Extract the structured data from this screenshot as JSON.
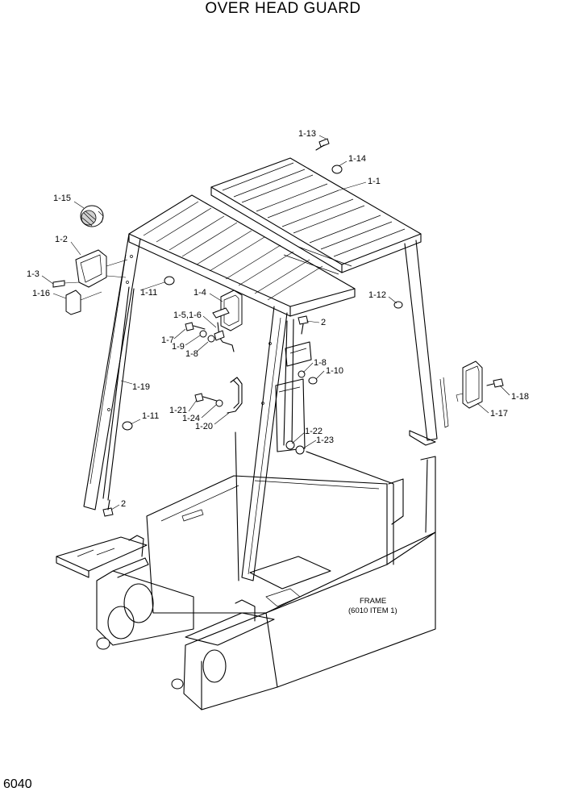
{
  "title": "OVER HEAD GUARD",
  "page_number": "6040",
  "frame_note": {
    "line1": "FRAME",
    "line2": "(6010 ITEM 1)"
  },
  "callouts": [
    {
      "id": "c-1-13",
      "text": "1-13"
    },
    {
      "id": "c-1-14",
      "text": "1-14"
    },
    {
      "id": "c-1-1",
      "text": "1-1"
    },
    {
      "id": "c-1-15",
      "text": "1-15"
    },
    {
      "id": "c-1-2",
      "text": "1-2"
    },
    {
      "id": "c-1-3",
      "text": "1-3"
    },
    {
      "id": "c-1-16",
      "text": "1-16"
    },
    {
      "id": "c-1-11a",
      "text": "1-11"
    },
    {
      "id": "c-1-4",
      "text": "1-4"
    },
    {
      "id": "c-1-12",
      "text": "1-12"
    },
    {
      "id": "c-1-5-6",
      "text": "1-5,1-6"
    },
    {
      "id": "c-2a",
      "text": "2"
    },
    {
      "id": "c-1-7",
      "text": "1-7"
    },
    {
      "id": "c-1-9",
      "text": "1-9"
    },
    {
      "id": "c-1-8a",
      "text": "1-8"
    },
    {
      "id": "c-1-8b",
      "text": "1-8"
    },
    {
      "id": "c-1-10",
      "text": "1-10"
    },
    {
      "id": "c-1-19",
      "text": "1-19"
    },
    {
      "id": "c-1-18",
      "text": "1-18"
    },
    {
      "id": "c-1-21",
      "text": "1-21"
    },
    {
      "id": "c-1-11b",
      "text": "1-11"
    },
    {
      "id": "c-1-24",
      "text": "1-24"
    },
    {
      "id": "c-1-17",
      "text": "1-17"
    },
    {
      "id": "c-1-20",
      "text": "1-20"
    },
    {
      "id": "c-1-22",
      "text": "1-22"
    },
    {
      "id": "c-1-23",
      "text": "1-23"
    },
    {
      "id": "c-2b",
      "text": "2"
    }
  ]
}
